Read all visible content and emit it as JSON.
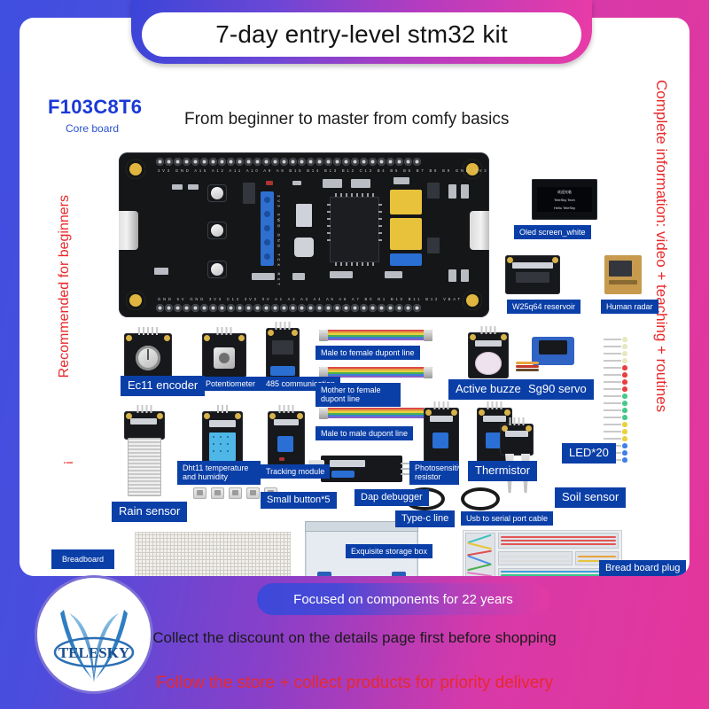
{
  "header": {
    "title": "7-day entry-level stm32 kit",
    "chip_name": "F103C8T6",
    "chip_sub": "Core board",
    "subtitle": "From beginner to master from comfy basics"
  },
  "side_text": {
    "left": "Recommended for beginners",
    "left_mark": "!",
    "right": "Complete information: video + teaching + routines"
  },
  "oled_screen_lines": [
    "欢迎光临",
    "TeleSky Tech",
    "Hello TeleSky"
  ],
  "components": [
    {
      "label": "Oled screen_white"
    },
    {
      "label": "W25q64 reservoir"
    },
    {
      "label": "Human radar"
    },
    {
      "label": "Ec11 encoder"
    },
    {
      "label": "Potentiometer"
    },
    {
      "label": "485 communication"
    },
    {
      "label": "Male to female dupont line"
    },
    {
      "label": "Mother to female dupont line"
    },
    {
      "label": "Male to male dupont line"
    },
    {
      "label": "Active buzzer"
    },
    {
      "label": "Sg90 servo"
    },
    {
      "label": "Dht11 temperature and humidity"
    },
    {
      "label": "Tracking module"
    },
    {
      "label": "Photosensitive resistor"
    },
    {
      "label": "Thermistor"
    },
    {
      "label": "LED*20"
    },
    {
      "label": "Rain sensor"
    },
    {
      "label": "Small button*5"
    },
    {
      "label": "Dap debugger"
    },
    {
      "label": "Type-c line"
    },
    {
      "label": "Usb to serial port cable"
    },
    {
      "label": "Soil sensor"
    },
    {
      "label": "Breadboard"
    },
    {
      "label": "Exquisite storage box"
    },
    {
      "label": "Bread board plug"
    }
  ],
  "footer": {
    "banner": "Focused on components for 22 years",
    "line_black": "Collect the discount on the details page first before shopping",
    "line_red": "Follow the store + collect products for priority delivery",
    "logo_text": "TELESKY"
  },
  "colors": {
    "brand_blue": "#1a39d6",
    "label_blue": "#0b3fa8",
    "accent_red": "#e8292b",
    "gradient_start": "#3f4fe0",
    "gradient_end": "#e4369b"
  }
}
